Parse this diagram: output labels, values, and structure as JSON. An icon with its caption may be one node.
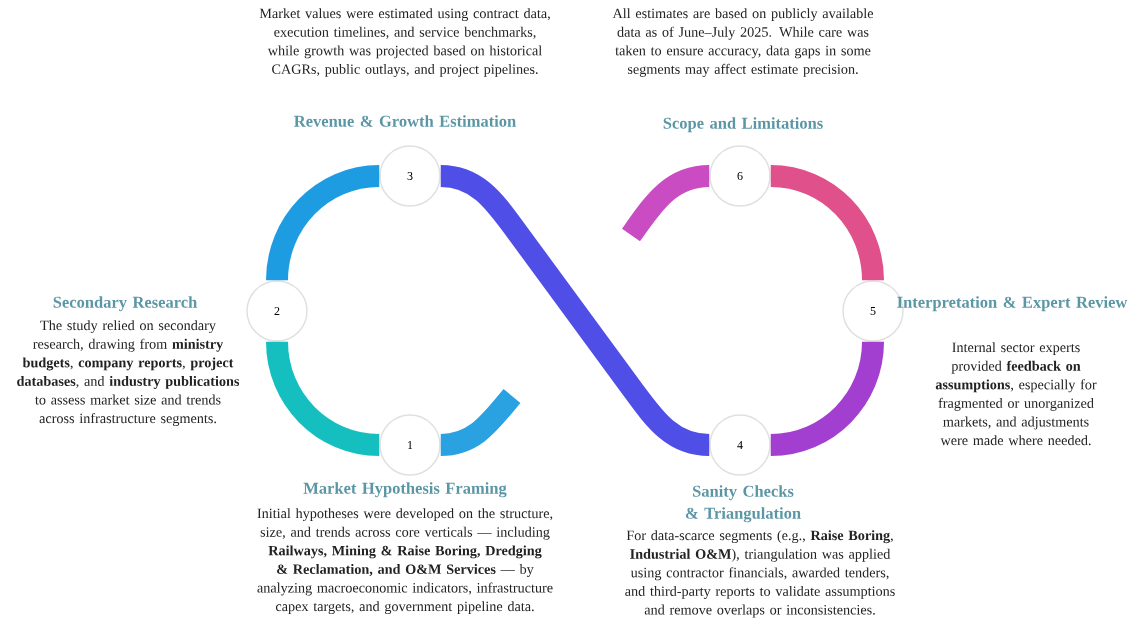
{
  "diagram": {
    "nodes": [
      {
        "text": [
          "1"
        ],
        "beside": [
          "Market Hypothesis Framing",
          "Initial hypotheses were developed on the structure, size, and trends across core verticals — including **Railways, Mining & Raise Boring, Dredging & Reclamation, and O&M Services** — by analyzing macroeconomic indicators, infrastructure capex targets, and government pipeline data."
        ]
      },
      {
        "text": [
          "2"
        ],
        "beside": [
          "Secondary Research",
          "The study relied on secondary research, drawing from **ministry budgets**, **company reports**, **project databases**, and **industry publications** to assess market size and trends across infrastructure segments."
        ]
      },
      {
        "text": [
          "3"
        ],
        "beside": [
          "Market values were estimated using contract data, execution timelines, and service benchmarks, while growth was projected based on historical CAGRs, public outlays, and project pipelines.",
          "Revenue & Growth Estimation"
        ]
      },
      {
        "text": [
          "4"
        ],
        "beside": [
          "Sanity Checks & Triangulation",
          "For data-scarce segments (e.g., **Raise Boring**, **Industrial O&M**), triangulation was applied using contractor financials, awarded tenders, and third-party reports to validate assumptions and remove overlaps or inconsistencies."
        ]
      },
      {
        "text": [
          "5"
        ],
        "beside": [
          "Interpretation & Expert Review",
          "Internal sector experts provided **feedback on assumptions**, especially for fragmented or unorganized markets, and adjustments were made where needed."
        ]
      },
      {
        "text": [
          "6"
        ],
        "beside": [
          "All estimates are based on publicly available data as of June–July 2025. While care was taken to ensure accuracy, data gaps in some segments may affect estimate precision.",
          "Scope and Limitations"
        ]
      }
    ],
    "edges": [
      {
        "from": null,
        "to": 0,
        "arrow": "none",
        "color": "#2aa2e2"
      },
      {
        "from": 0,
        "to": 1,
        "arrow": "none",
        "color": "#16bfbf"
      },
      {
        "from": 1,
        "to": 2,
        "arrow": "none",
        "color": "#1e9ce2"
      },
      {
        "from": 2,
        "to": 3,
        "arrow": "none",
        "color": "#4f4ee6"
      },
      {
        "from": 3,
        "to": 4,
        "arrow": "none",
        "color": "#a23ed0"
      },
      {
        "from": 4,
        "to": 5,
        "arrow": "none",
        "color": "#e0508a"
      },
      {
        "from": 5,
        "to": null,
        "arrow": "none",
        "color": "#c94cc2"
      }
    ]
  }
}
